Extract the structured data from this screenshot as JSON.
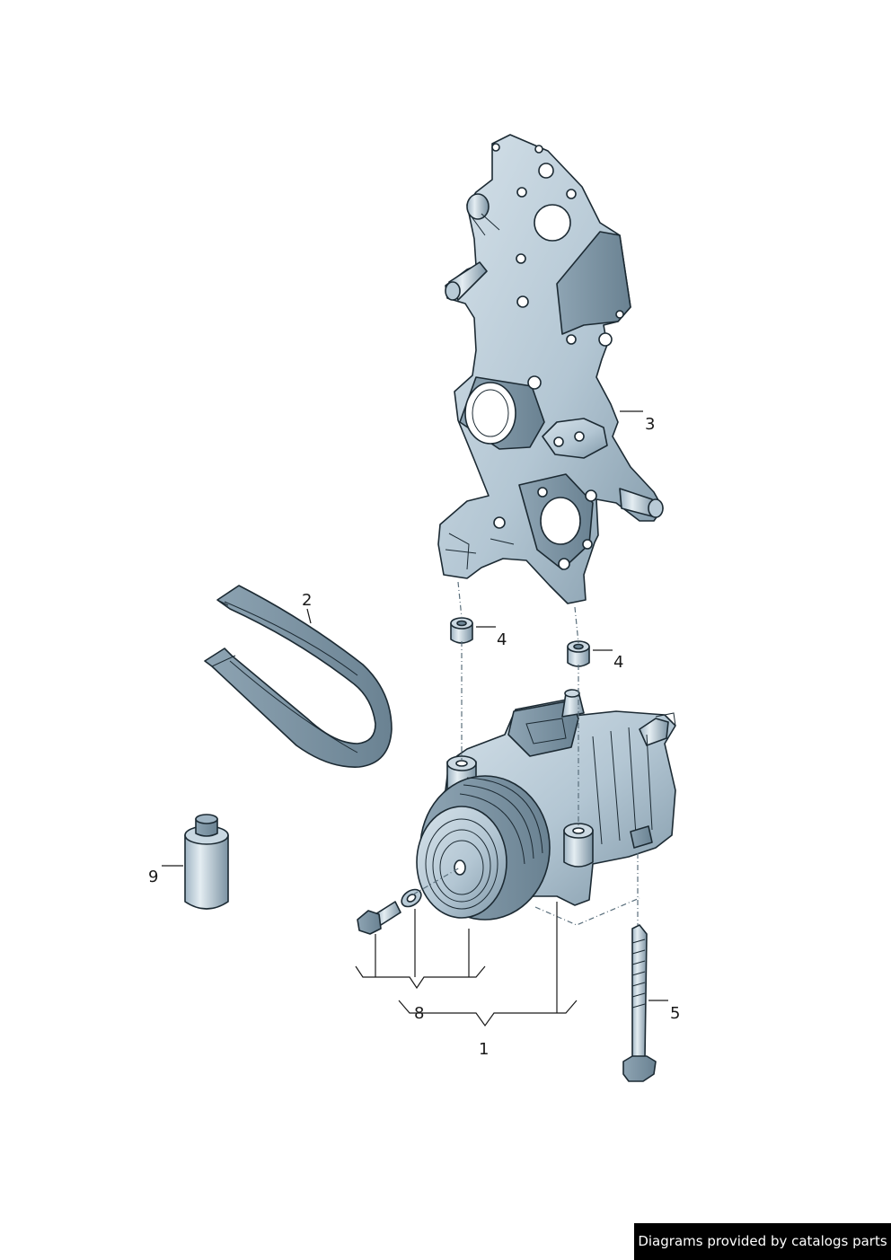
{
  "callouts": [
    {
      "id": "1",
      "label": "1"
    },
    {
      "id": "2",
      "label": "2"
    },
    {
      "id": "3",
      "label": "3"
    },
    {
      "id": "4a",
      "label": "4"
    },
    {
      "id": "4b",
      "label": "4"
    },
    {
      "id": "5",
      "label": "5"
    },
    {
      "id": "8",
      "label": "8"
    },
    {
      "id": "9",
      "label": "9"
    }
  ],
  "credit": "Diagrams provided by catalogs parts",
  "colors": {
    "metal_light": "#c9d8e2",
    "metal_mid": "#9fb4c3",
    "metal_dark": "#6f8797",
    "outline": "#1c2a33"
  }
}
